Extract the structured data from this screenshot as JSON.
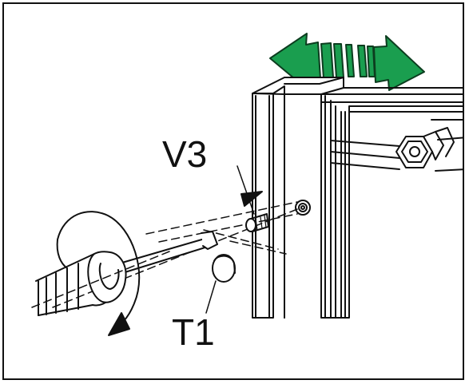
{
  "labels": {
    "screw": "V3",
    "cap": "T1"
  },
  "colors": {
    "arrow_fill": "#1a9e4f",
    "line": "#111111",
    "background": "#ffffff"
  },
  "icons": {
    "movement_arrow": "double-headed-green-arrow",
    "rotation_arrow": "counterclockwise-curved-arrow",
    "tool": "flat-screwdriver"
  }
}
